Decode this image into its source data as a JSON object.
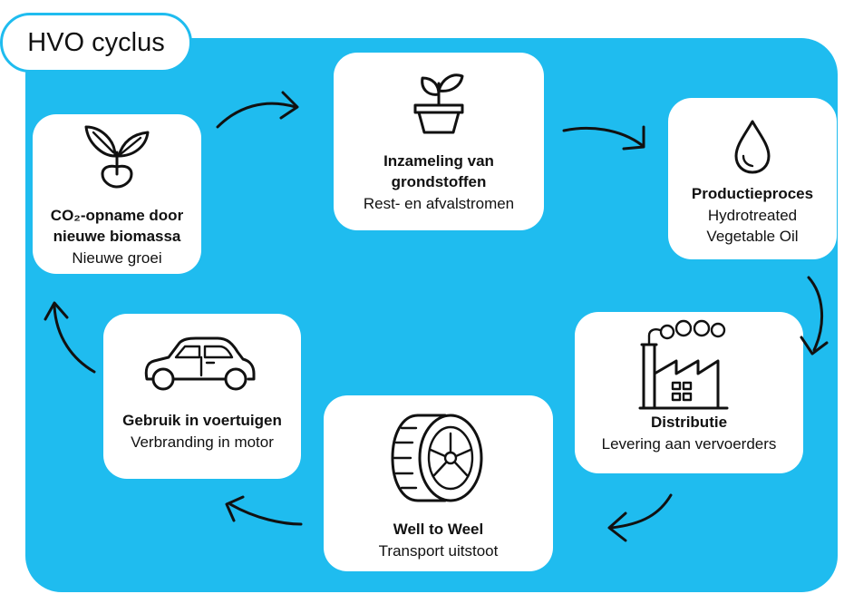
{
  "title": "HVO cyclus",
  "colors": {
    "panel": "#1fbcef",
    "card": "#ffffff",
    "ink": "#111111"
  },
  "steps": [
    {
      "icon": "plant-pot-icon",
      "label": "Inzameling van grondstoffen",
      "label_line1": "Inzameling van",
      "label_line2": "grondstoffen",
      "sub": "Rest- en afvalstromen"
    },
    {
      "icon": "droplet-icon",
      "label": "Productieproces",
      "sub_line1": "Hydrotreated",
      "sub_line2": "Vegetable Oil"
    },
    {
      "icon": "factory-icon",
      "label": "Distributie",
      "sub": "Levering aan vervoerders"
    },
    {
      "icon": "tire-icon",
      "label": "Well to Weel",
      "sub": "Transport uitstoot"
    },
    {
      "icon": "car-icon",
      "label": "Gebruik in voertuigen",
      "sub": "Verbranding in motor"
    },
    {
      "icon": "sprout-icon",
      "label_line1": "CO₂-opname door",
      "label_line2": "nieuwe biomassa",
      "sub": "Nieuwe groei"
    }
  ]
}
